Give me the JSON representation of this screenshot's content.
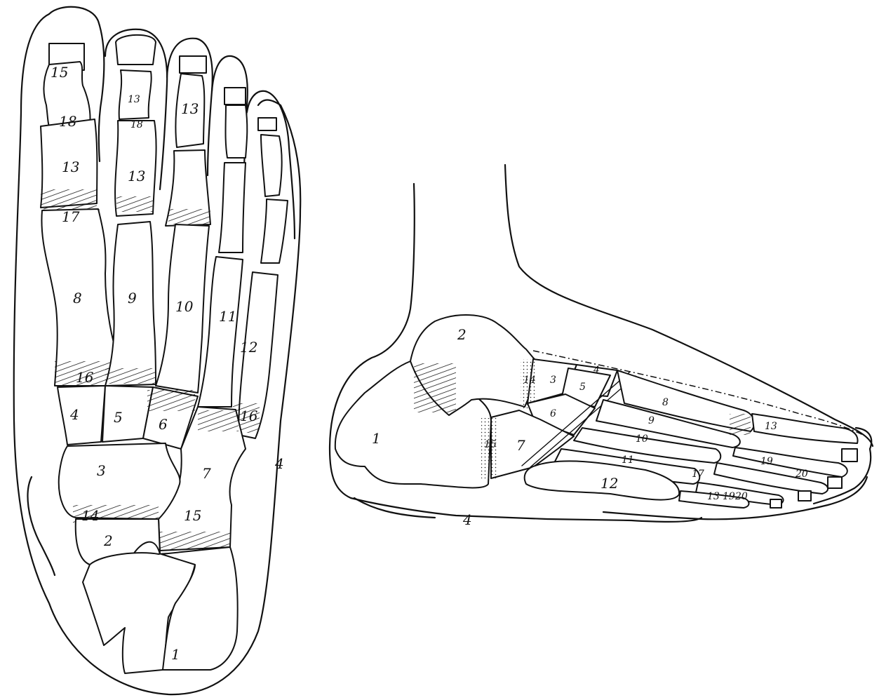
{
  "dorsal_view": {
    "labels": {
      "distal_phalanx_hallux": "15",
      "sesamoid_hallux": "18",
      "proximal_phalanx_hallux": "13",
      "mtp_joint_hallux": "17",
      "middle_toe2_a": "13",
      "middle_toe2_b": "18",
      "proximal_toe2": "13",
      "middle_toe3": "13",
      "metatarsal_1": "8",
      "metatarsal_2": "9",
      "metatarsal_3": "10",
      "metatarsal_4": "11",
      "metatarsal_5": "12",
      "base_met1": "16",
      "base_met5": "16",
      "medial_cuneiform": "4",
      "intermediate_cuneiform": "5",
      "lateral_cuneiform": "6",
      "navicular": "3",
      "cuboid": "7",
      "talonavicular": "14",
      "calcaneocuboid": "15",
      "talus": "2",
      "calcaneus": "1"
    },
    "corner_mark": "4"
  },
  "lateral_view": {
    "labels": {
      "calcaneus": "1",
      "talus": "2",
      "navicular": "3",
      "medial_cuneiform": "4",
      "intermediate_cuneiform": "5",
      "lateral_cuneiform": "6",
      "cuboid": "7",
      "metatarsal_1": "8",
      "metatarsal_2": "9",
      "metatarsal_3": "10",
      "metatarsal_4": "11",
      "metatarsal_5": "12",
      "phalanx_13": "13",
      "talonavicular": "14",
      "calcaneocuboid": "15",
      "joint_17": "17",
      "phalanx_19": "19",
      "phalanx_20": "20",
      "phalanx_19b": "19",
      "phalanx_20b": "20"
    },
    "bottom_mark": "4"
  }
}
